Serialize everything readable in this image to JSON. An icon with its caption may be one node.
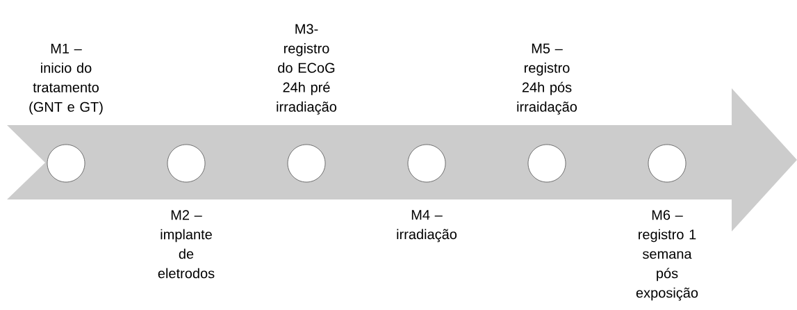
{
  "diagram": {
    "nodes": [
      {
        "text": [],
        "shape": "arrow"
      },
      {
        "text": [],
        "shape": "circle",
        "in": 0,
        "beside": [
          "M1 – inicio do tratamento (GNT e GT)"
        ]
      },
      {
        "text": [],
        "shape": "circle",
        "in": 0,
        "beside": [
          "M2 – implante de eletrodos"
        ]
      },
      {
        "text": [],
        "shape": "circle",
        "in": 0,
        "beside": [
          "M3- registro do ECoG 24h pré irradiação"
        ]
      },
      {
        "text": [],
        "shape": "circle",
        "in": 0,
        "beside": [
          "M4 – irradiação"
        ]
      },
      {
        "text": [],
        "shape": "circle",
        "in": 0,
        "beside": [
          "M5 – registro 24h pós irraidação"
        ]
      },
      {
        "text": [],
        "shape": "circle",
        "in": 0,
        "beside": [
          "M6 – registro 1 semana pós exposição"
        ]
      }
    ]
  }
}
